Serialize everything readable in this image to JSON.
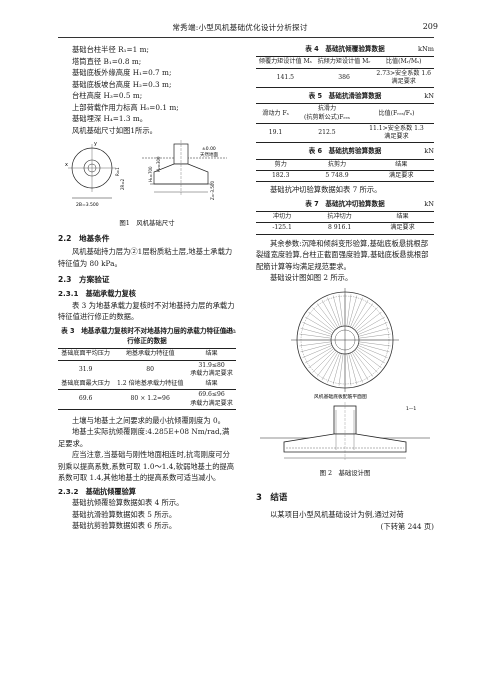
{
  "header": {
    "title": "常秀端:小型风机基础优化设计分析探讨",
    "page": "209"
  },
  "left": {
    "params": [
      "基础台柱半径 R₁=1 m;",
      "塔筒直径 B₁=0.8 m;",
      "基础底板外缘高度 H₁=0.7 m;",
      "基础底板坡台高度 H₂=0.3 m;",
      "台柱高度 H₃=0.5 m;",
      "上部荷载作用力标高 H₀=0.1 m;",
      "基础埋深 H₄=1.3 m。"
    ],
    "fig_intro": "风机基础尺寸如图1所示。",
    "fig1": {
      "caption": "图1　风机基础尺寸",
      "lbl_x": "x",
      "lbl_y": "y",
      "lbl_r": "R=1",
      "lbl_2r": "2R=2",
      "lbl_b": "2B=3.500",
      "lbl_top": "±0.00",
      "lbl_ground": "天然地面",
      "lbl_h1": "H₁=700",
      "lbl_h2": "H₂=300",
      "lbl_depth": "Z=-3.500"
    },
    "s22_title": "2.2　地基条件",
    "s22_text": "风机基础持力层为②1层粉质粘土层,地基土承载力特征值为 80 kPa。",
    "s23_title": "2.3　方案验证",
    "s231_title": "2.3.1　基础承载力复核",
    "s231_text": "表 3 为地基承载力复核时不对地基持力层的承载力特征值进行修正的数据。",
    "t3": {
      "caption": "表 3　地基承载力复核时不对地基持力层的承载力特征值进行修正的数据",
      "unit": "kPa",
      "headers": [
        "基础底面平均压力",
        "地基承载力特征值",
        "结果"
      ],
      "row1": [
        "31.9",
        "80",
        "31.9≤80\n承载力满足要求"
      ],
      "headers2": [
        "基础底面最大压力",
        "1.2 倍地基承载力特征值",
        "结果"
      ],
      "row2": [
        "69.6",
        "80 × 1.2=96",
        "69.6≤96\n承载力满足要求"
      ]
    },
    "stiff_text": "土壤与地基土之间要求的最小抗倾覆刚度为 0。",
    "stiff_text2": "地基土实际抗倾覆刚度:4.285E+08 Nm/rad,满足要求。",
    "note_text": "应当注意,当基础与刚性地面相连时,抗弯刚度可分别乘以提高系数,系数可取 1.0～1.4,软弱地基土的提高系数可取 1.4,其他地基土的提高系数可适当减小。",
    "s232_title": "2.3.2　基础抗倾覆验算",
    "s232_lines": [
      "基础抗倾覆验算数据如表 4 所示。",
      "基础抗滑验算数据如表 5 所示。",
      "基础抗剪验算数据如表 6 所示。"
    ]
  },
  "right": {
    "t4": {
      "caption": "表 4　基础抗倾覆验算数据",
      "unit": "kNm",
      "headers": [
        "倾覆力矩设计值 Mₛ",
        "抗倾力矩设计值 Mᵣ",
        "比值(Mᵣ/Mₛ)"
      ],
      "row": [
        "141.5",
        "386",
        "2.73>安全系数 1.6\n满足要求"
      ]
    },
    "t5": {
      "caption": "表 5　基础抗滑验算数据",
      "unit": "kN",
      "headers": [
        "滑动力 Fₛ",
        "抗滑力\n(抗剪断公式)Fᵣₑₛ",
        "比值(Fᵣₑₛ/Fₛ)"
      ],
      "row": [
        "19.1",
        "212.5",
        "11.1>安全系数 1.3\n满足要求"
      ]
    },
    "t6": {
      "caption": "表 6　基础抗剪验算数据",
      "unit": "kN",
      "headers": [
        "剪力",
        "抗剪力",
        "结果"
      ],
      "row": [
        "182.3",
        "5 748.9",
        "满足要求"
      ]
    },
    "t7_intro": "基础抗冲切验算数据如表 7 所示。",
    "t7": {
      "caption": "表 7　基础抗冲切验算数据",
      "unit": "kN",
      "headers": [
        "冲切力",
        "抗冲切力",
        "结果"
      ],
      "row": [
        "-125.1",
        "8 916.1",
        "满足要求"
      ]
    },
    "other_text": "其余参数:沉降和倾斜变形验算,基础底板悬挑根部裂缝宽度验算,台柱正截面强度验算,基础底板悬挑根部配筋计算等均满足规范要求。",
    "fig2_intro": "基础设计图如图 2 所示。",
    "fig2": {
      "caption": "图 2　基础设计图",
      "plan_label": "风机基础底板配筋平面图",
      "section_label": "1—1"
    },
    "s3_title": "3　结语",
    "s3_text": "以某项目小型风机基础设计为例,通过对荷",
    "cont": "(下转第 244 页)"
  }
}
